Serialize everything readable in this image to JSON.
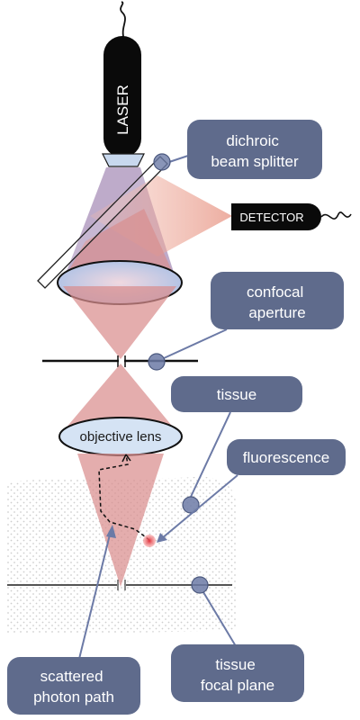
{
  "diagram": {
    "laser_label": "LASER",
    "detector_label": "DETECTOR",
    "objective_lens_label": "objective lens",
    "callouts": {
      "dichroic": [
        "dichroic",
        "beam splitter"
      ],
      "confocal": [
        "confocal",
        "aperture"
      ],
      "tissue": [
        "tissue"
      ],
      "fluorescence": [
        "fluorescence"
      ],
      "scattered": [
        "scattered",
        "photon path"
      ],
      "focal_plane": [
        "tissue",
        "focal plane"
      ]
    },
    "colors": {
      "callout_fill": "#5f6b8c",
      "marker_fill": "#6c7aa6",
      "beam_red": "#d98e8e",
      "beam_purple": "#a88fb8",
      "lens_fill": "#b9c9e6",
      "laser_body": "#0a0a0a"
    }
  }
}
